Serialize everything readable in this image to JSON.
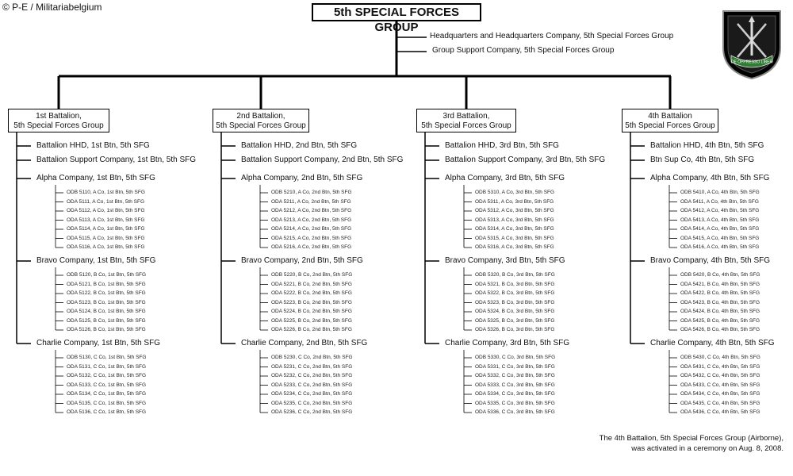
{
  "copyright": "© P-E / Militariabelgium",
  "title": "5th SPECIAL FORCES GROUP",
  "hq_units": [
    "Headquarters and Headquarters Company,  5th Special Forces Group",
    "Group Support Company,  5th Special Forces Group"
  ],
  "emblem": {
    "icon": "special-forces-crest-icon",
    "motto": "DE OPPRESSO LIBER",
    "colors": {
      "shield": "#000000",
      "accent": "#2e7d32"
    }
  },
  "battalions": [
    {
      "label_line1": "1st Battalion,",
      "label_line2": "5th Special Forces Group",
      "units": [
        "Battalion HHD, 1st Btn, 5th SFG",
        "Battalion  Support Company, 1st Btn, 5th SFG"
      ],
      "companies": [
        {
          "name": "Alpha Company, 1st Btn, 5th SFG",
          "teams": [
            "ODB 5110, A Co, 1st Btn, 5th SFG",
            "ODA 5111, A Co, 1st Btn, 5th SFG",
            "ODA 5112, A Co, 1st Btn, 5th SFG",
            "ODA 5113, A Co, 1st Btn, 5th SFG",
            "ODA 5114, A Co, 1st Btn, 5th SFG",
            "ODA 5115, A Co, 1st Btn, 5th SFG",
            "ODA 5116, A Co, 1st Btn, 5th SFG"
          ]
        },
        {
          "name": "Bravo Company, 1st Btn, 5th SFG",
          "teams": [
            "ODB 5120, B Co, 1st Btn, 5th SFG",
            "ODA 5121, B Co, 1st Btn, 5th SFG",
            "ODA 5122, B Co, 1st Btn, 5th SFG",
            "ODA 5123, B Co, 1st Btn, 5th SFG",
            "ODA 5124, B Co, 1st Btn, 5th SFG",
            "ODA 5125, B Co, 1st Btn, 5th SFG",
            "ODA 5126, B Co, 1st Btn, 5th SFG"
          ]
        },
        {
          "name": "Charlie Company, 1st Btn, 5th SFG",
          "teams": [
            "ODB 5130, C Co, 1st Btn, 5th SFG",
            "ODA 5131, C Co, 1st Btn, 5th SFG",
            "ODA 5132, C Co, 1st Btn, 5th SFG",
            "ODA 5133, C Co, 1st Btn, 5th SFG",
            "ODA 5134, C Co, 1st Btn, 5th SFG",
            "ODA 5135, C Co, 1st Btn, 5th SFG",
            "ODA 5136, C Co, 1st Btn, 5th SFG"
          ]
        }
      ]
    },
    {
      "label_line1": "2nd Battalion,",
      "label_line2": "5th Special Forces Group",
      "units": [
        "Battalion HHD, 2nd Btn, 5th SFG",
        "Battalion  Support Company, 2nd Btn, 5th SFG"
      ],
      "companies": [
        {
          "name": "Alpha Company, 2nd Btn, 5th SFG",
          "teams": [
            "ODB 5210, A Co, 2nd Btn,  5th SFG",
            "ODA 5211, A Co, 2nd Btn,  5th SFG",
            "ODA 5212, A Co, 2nd Btn,  5th SFG",
            "ODA 5213, A Co, 2nd Btn,  5th SFG",
            "ODA 5214, A Co, 2nd Btn,  5th SFG",
            "ODA 5215, A Co, 2nd Btn,  5th SFG",
            "ODA 5216, A Co, 2nd Btn,  5th SFG"
          ]
        },
        {
          "name": "Bravo Company, 2nd Btn, 5th SFG",
          "teams": [
            "ODB 5220, B Co, 2nd Btn, 5th SFG",
            "ODA 5221, B Co, 2nd Btn, 5th SFG",
            "ODA 5222, B Co, 2nd Btn, 5th SFG",
            "ODA 5223, B Co, 2nd Btn, 5th SFG",
            "ODA 5224, B Co, 2nd Btn, 5th SFG",
            "ODA 5225, B Co, 2nd Btn, 5th SFG",
            "ODA 5226, B Co, 2nd Btn, 5th SFG"
          ]
        },
        {
          "name": "Charlie Company, 2nd Btn, 5th SFG",
          "teams": [
            "ODB 5230, C Co, 2nd Btn, 5th SFG",
            "ODA 5231, C Co, 2nd Btn, 5th SFG",
            "ODA 5232, C Co, 2nd Btn, 5th SFG",
            "ODA 5233, C Co, 2nd Btn, 5th SFG",
            "ODA 5234, C Co, 2nd Btn, 5th SFG",
            "ODA 5235, C Co, 2nd Btn, 5th SFG",
            "ODA 5236, C Co, 2nd Btn, 5th SFG"
          ]
        }
      ]
    },
    {
      "label_line1": "3rd Battalion,",
      "label_line2": "5th Special Forces Group",
      "units": [
        "Battalion HHD,  3rd Btn, 5th SFG",
        "Battalion  Support Company, 3rd Btn,  5th SFG"
      ],
      "companies": [
        {
          "name": "Alpha Company, 3rd Btn, 5th SFG",
          "teams": [
            "ODB 5310, A Co, 3rd Btn, 5th SFG",
            "ODA 5311, A Co, 3rd Btn, 5th SFG",
            "ODA 5312, A Co, 3rd Btn, 5th SFG",
            "ODA 5313, A Co, 3rd Btn, 5th SFG",
            "ODA 5314, A Co, 3rd Btn, 5th SFG",
            "ODA 5315, A Co, 3rd Btn, 5th SFG",
            "ODA 5316, A Co, 3rd Btn, 5th SFG"
          ]
        },
        {
          "name": "Bravo Company, 3rd Btn, 5th SFG",
          "teams": [
            "ODB 5320, B Co, 3rd Btn, 5th SFG",
            "ODA 5321, B Co, 3rd Btn, 5th SFG",
            "ODA 5322, B Co, 3rd Btn, 5th SFG",
            "ODA 5323, B Co, 3rd Btn, 5th SFG",
            "ODA 5324, B Co, 3rd Btn, 5th SFG",
            "ODA 5325, B Co, 3rd Btn, 5th SFG",
            "ODA 5326, B Co, 3rd Btn, 5th SFG"
          ]
        },
        {
          "name": "Charlie Company, 3rd Btn, 5th SFG",
          "teams": [
            "ODB 5330, C Co, 3rd Btn, 5th SFG",
            "ODA 5331, C Co, 3rd Btn, 5th SFG",
            "ODA 5332, C Co, 3rd Btn, 5th SFG",
            "ODA 5333, C Co, 3rd Btn, 5th SFG",
            "ODA 5334, C Co, 3rd Btn, 5th SFG",
            "ODA 5335, C Co, 3rd Btn, 5th SFG",
            "ODA 5336, C Co, 3rd Btn, 5th SFG"
          ]
        }
      ]
    },
    {
      "label_line1": "4th Battalion",
      "label_line2": "5th Special Forces Group",
      "units": [
        "Battalion HHD, 4th Btn, 5th SFG",
        "Btn  Sup Co, 4th Btn, 5th SFG"
      ],
      "companies": [
        {
          "name": "Alpha Company, 4th Btn, 5th SFG",
          "teams": [
            "ODB 5410, A Co, 4th Btn, 5th SFG",
            "ODA 5411, A Co, 4th Btn, 5th SFG",
            "ODA 5412, A Co, 4th Btn, 5th SFG",
            "ODA 5413, A Co, 4th Btn, 5th SFG",
            "ODA 5414, A Co, 4th Btn, 5th SFG",
            "ODA 5415, A Co, 4th Btn, 5th SFG",
            "ODA 5416, A Co, 4th Btn, 5th SFG"
          ]
        },
        {
          "name": "Bravo Company, 4th Btn, 5th SFG",
          "teams": [
            "ODB 5420, B Co, 4th Btn, 5th SFG",
            "ODA 5421, B Co, 4th Btn, 5th SFG",
            "ODA 5422, B Co, 4th Btn, 5th SFG",
            "ODA 5423, B Co, 4th Btn, 5th SFG",
            "ODA 5424, B Co, 4th Btn, 5th SFG",
            "ODA 5425, B Co, 4th Btn, 5th SFG",
            "ODA 5426, B Co, 4th Btn, 5th SFG"
          ]
        },
        {
          "name": "Charlie Company, 4th Btn, 5th SFG",
          "teams": [
            "ODB 5430, C Co, 4th Btn, 5th SFG",
            "ODA 5431, C Co, 4th Btn, 5th SFG",
            "ODA 5432, C Co, 4th Btn, 5th SFG",
            "ODA 5433, C Co, 4th Btn, 5th SFG",
            "ODA 5434, C Co, 4th Btn, 5th SFG",
            "ODA 5435, C Co, 4th Btn, 5th SFG",
            "ODA 5436, C Co, 4th Btn, 5th SFG"
          ]
        }
      ]
    }
  ],
  "footnote_line1": "The 4th Battalion, 5th Special Forces Group (Airborne),",
  "footnote_line2": "was activated in a ceremony on Aug. 8, 2008."
}
